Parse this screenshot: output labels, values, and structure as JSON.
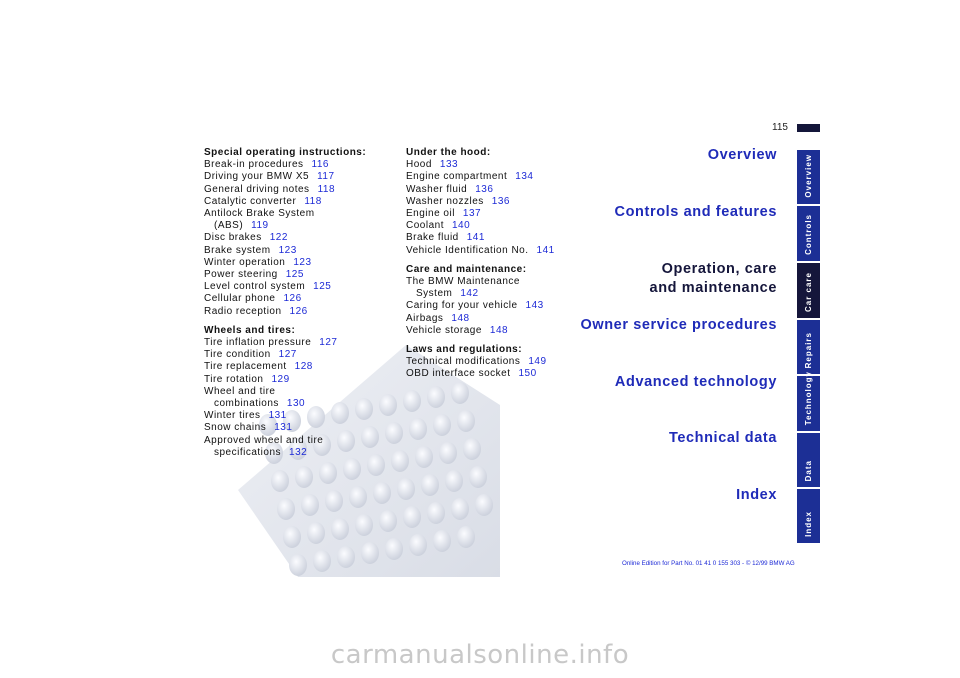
{
  "page": {
    "number": "115"
  },
  "toc": {
    "column1": [
      {
        "heading": "Special operating instructions:",
        "entries": [
          {
            "label": "Break-in procedures",
            "page": "116"
          },
          {
            "label": "Driving your BMW X5",
            "page": "117"
          },
          {
            "label": "General driving notes",
            "page": "118"
          },
          {
            "label": "Catalytic converter",
            "page": "118"
          },
          {
            "label": "Antilock Brake System",
            "cont": "(ABS)",
            "page": "119"
          },
          {
            "label": "Disc brakes",
            "page": "122"
          },
          {
            "label": "Brake system",
            "page": "123"
          },
          {
            "label": "Winter operation",
            "page": "123"
          },
          {
            "label": "Power steering",
            "page": "125"
          },
          {
            "label": "Level control system",
            "page": "125"
          },
          {
            "label": "Cellular phone",
            "page": "126"
          },
          {
            "label": "Radio reception",
            "page": "126"
          }
        ]
      },
      {
        "heading": "Wheels and tires:",
        "entries": [
          {
            "label": "Tire inflation pressure",
            "page": "127"
          },
          {
            "label": "Tire condition",
            "page": "127"
          },
          {
            "label": "Tire replacement",
            "page": "128"
          },
          {
            "label": "Tire rotation",
            "page": "129"
          },
          {
            "label": "Wheel and tire",
            "cont": "combinations",
            "page": "130"
          },
          {
            "label": "Winter tires",
            "page": "131"
          },
          {
            "label": "Snow chains",
            "page": "131"
          },
          {
            "label": "Approved wheel and tire",
            "cont": "specifications",
            "page": "132"
          }
        ]
      }
    ],
    "column2": [
      {
        "heading": "Under the hood:",
        "entries": [
          {
            "label": "Hood",
            "page": "133"
          },
          {
            "label": "Engine compartment",
            "page": "134"
          },
          {
            "label": "Washer fluid",
            "page": "136"
          },
          {
            "label": "Washer nozzles",
            "page": "136"
          },
          {
            "label": "Engine oil",
            "page": "137"
          },
          {
            "label": "Coolant",
            "page": "140"
          },
          {
            "label": "Brake fluid",
            "page": "141"
          },
          {
            "label": "Vehicle Identification No.",
            "page": "141"
          }
        ]
      },
      {
        "heading": "Care and maintenance:",
        "entries": [
          {
            "label": "The BMW Maintenance",
            "cont": "System",
            "page": "142"
          },
          {
            "label": "Caring for your vehicle",
            "page": "143"
          },
          {
            "label": "Airbags",
            "page": "148"
          },
          {
            "label": "Vehicle storage",
            "page": "148"
          }
        ]
      },
      {
        "heading": "Laws and regulations:",
        "entries": [
          {
            "label": "Technical modifications",
            "page": "149"
          },
          {
            "label": "OBD interface socket",
            "page": "150"
          }
        ]
      }
    ]
  },
  "chapters": [
    {
      "id": "overview",
      "lines": [
        "Overview"
      ],
      "active": false
    },
    {
      "id": "controls",
      "lines": [
        "Controls and features"
      ],
      "active": false
    },
    {
      "id": "car-care",
      "lines": [
        "Operation, care",
        "and maintenance"
      ],
      "active": true
    },
    {
      "id": "repairs",
      "lines": [
        "Owner service procedures"
      ],
      "active": false
    },
    {
      "id": "technology",
      "lines": [
        "Advanced technology"
      ],
      "active": false
    },
    {
      "id": "data",
      "lines": [
        "Technical data"
      ],
      "active": false
    },
    {
      "id": "index",
      "lines": [
        "Index"
      ],
      "active": false
    }
  ],
  "tabs": [
    {
      "id": "overview",
      "label": "Overview",
      "active": false
    },
    {
      "id": "controls",
      "label": "Controls",
      "active": false
    },
    {
      "id": "car-care",
      "label": "Car care",
      "active": true
    },
    {
      "id": "repairs",
      "label": "Repairs",
      "active": false
    },
    {
      "id": "technology",
      "label": "Technology",
      "active": false
    },
    {
      "id": "data",
      "label": "Data",
      "active": false
    },
    {
      "id": "index",
      "label": "Index",
      "active": false
    }
  ],
  "footer": {
    "text": "Online Edition for Part No. 01 41 0 155 303 - © 12/99 BMW AG"
  },
  "watermark": {
    "text": "carmanualsonline.info"
  },
  "colors": {
    "link_blue": "#1d2ad6",
    "chapter_blue": "#1f2bb8",
    "tab_blue": "#1c2f95",
    "active_navy": "#15163b"
  }
}
